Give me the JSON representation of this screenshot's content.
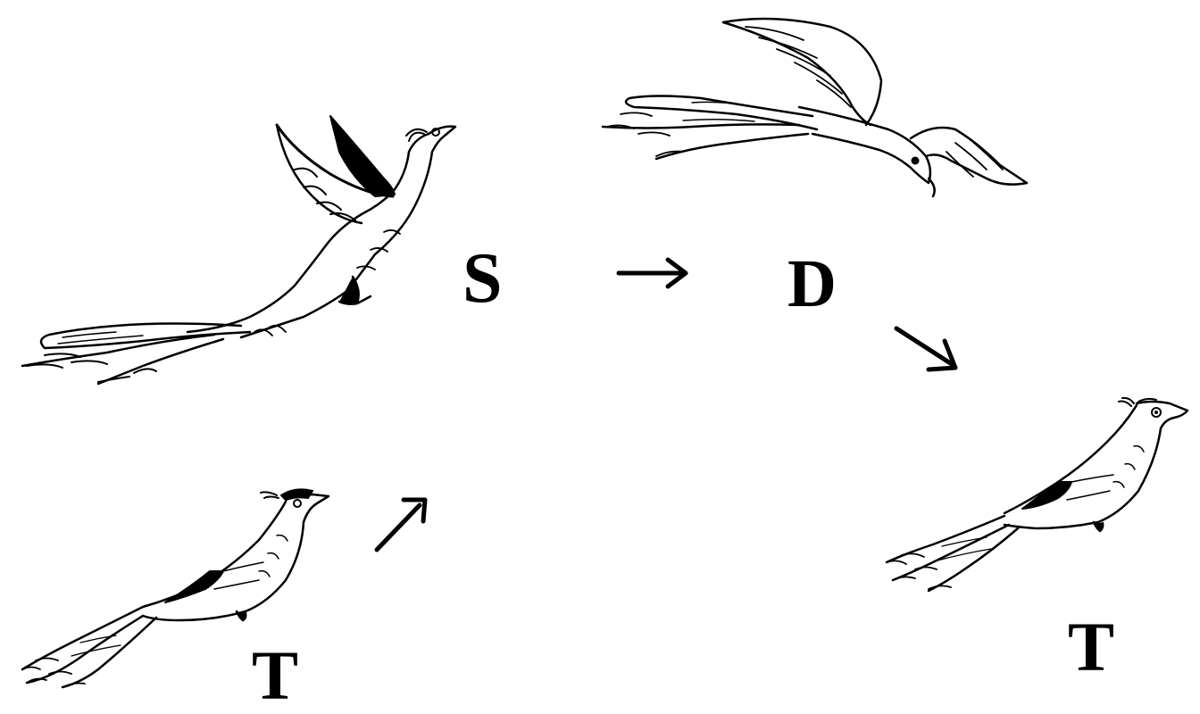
{
  "labels": {
    "sitting_left": "T",
    "flying_left": "S",
    "flying_right": "D",
    "sitting_right": "T"
  },
  "arrows": [
    {
      "direction": "up-right"
    },
    {
      "direction": "right"
    },
    {
      "direction": "down-right"
    }
  ],
  "colors": {
    "ink": "#000000",
    "background": "#ffffff"
  }
}
